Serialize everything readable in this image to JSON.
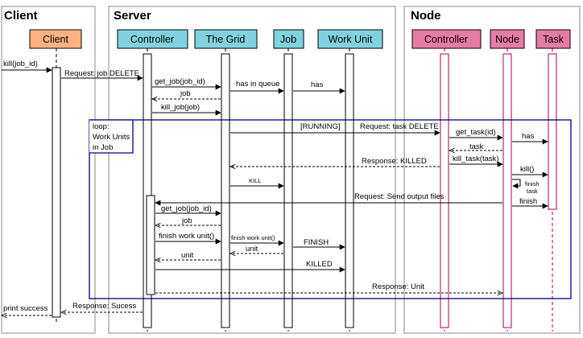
{
  "groups": {
    "client": "Client",
    "server": "Server",
    "node": "Node"
  },
  "actors": {
    "client": "Client",
    "server_controller": "Controller",
    "grid": "The Grid",
    "job": "Job",
    "work_unit": "Work Unit",
    "node_controller": "Controller",
    "node": "Node",
    "task": "Task"
  },
  "loop": {
    "line1": "loop:",
    "line2": "Work Units",
    "line3": "in Job"
  },
  "messages": {
    "kill_job_id": "kill(job_id)",
    "request_job_delete": "Request: job DELETE",
    "get_job_job_id": "get_job(job_id)",
    "has_in_queue": "has in queue",
    "has_1": "has",
    "job_return_1": "job",
    "kill_job_job": "kill_job(job)",
    "running": "[RUNNING]",
    "request_task_delete": "Request: task DELETE",
    "get_task_id": "get_task(id)",
    "has_2": "has",
    "task_return": "task",
    "response_killed": "Response: KILLED",
    "kill_task_task": "kill_task(task)",
    "kill_paren": "kill()",
    "kill_caps": "KILL",
    "finish_task_1": "finish",
    "finish_task_2": "task",
    "request_send_output": "Request: Send output files",
    "finish": "finish",
    "get_job_job_id_2": "get_job(job_id)",
    "job_return_2": "job",
    "finish_work_unit_1": "finish work unit()",
    "finish_work_unit_2": "finish work unit()",
    "finish_caps": "FINISH",
    "unit_1": "unit",
    "unit_2": "unit",
    "killed_caps": "KILLED",
    "response_unit": "Response: Unit",
    "response_sucess": "Response: Sucess",
    "print_success": "print success"
  },
  "colors": {
    "client_fill": "#FFB27F",
    "server_fill": "#7FD3E0",
    "node_fill": "#E77BA5",
    "loop_border": "#00008B",
    "group_border": "#B0B0B0",
    "lifeline": "#000000",
    "node_lifeline": "#A0005A"
  }
}
